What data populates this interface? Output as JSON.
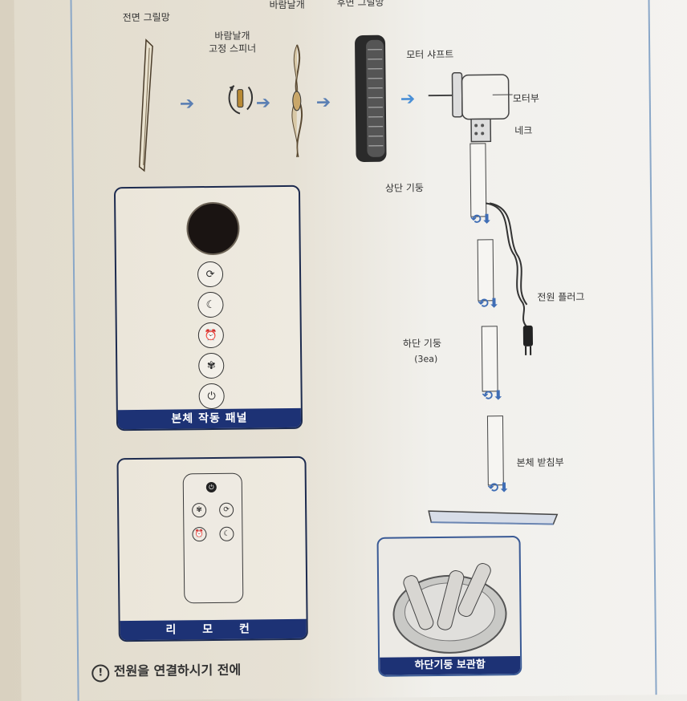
{
  "parts": {
    "front_grill": "전면 그릴망",
    "spinner": "바람날개\n고정 스피너",
    "blade": "바람날개",
    "rear_grill": "후면 그릴망",
    "motor_shaft": "모터 샤프트",
    "motor_unit": "모터부",
    "neck": "네크",
    "upper_pole": "상단 기둥",
    "power_plug": "전원 플러그",
    "lower_pole": "하단 기둥",
    "lower_pole_qty": "(3ea)",
    "base": "본체 받침부",
    "storage": "하단기둥 보관함"
  },
  "panel": {
    "caption": "본체 작동 패널",
    "button_icons": [
      "rotate-icon",
      "sleep-mode-icon",
      "timer-icon",
      "fan-speed-icon",
      "power-icon"
    ]
  },
  "remote": {
    "caption": "리 모 컨",
    "button_icons": [
      "power-icon",
      "fan-speed-icon",
      "rotate-icon",
      "timer-icon",
      "sleep-mode-icon"
    ]
  },
  "notice": {
    "text": "전원을 연결하시기 전에"
  },
  "colors": {
    "accent": "#1d3275",
    "arrow": "#5b7fb3"
  }
}
